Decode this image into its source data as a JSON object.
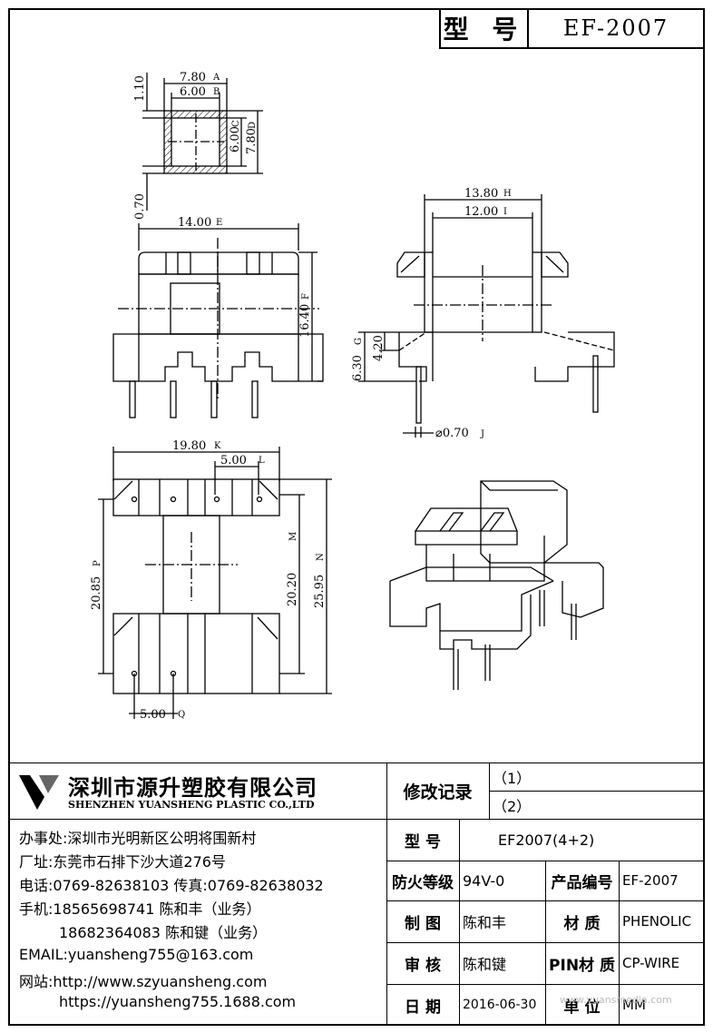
{
  "header": {
    "model_label": "型 号",
    "model_value": "EF-2007"
  },
  "dimensions": {
    "d_7_80_a": "7.80",
    "tag_a": "A",
    "d_6_00_b": "6.00",
    "tag_b": "B",
    "d_1_10": "1.10",
    "d_6_00_c": "6.00",
    "tag_c": "C",
    "d_7_80_d": "7.80",
    "tag_d": "D",
    "d_0_70": "0.70",
    "d_14_00": "14.00",
    "tag_e": "E",
    "d_16_40": "16.40",
    "tag_f": "F",
    "d_13_80": "13.80",
    "tag_h": "H",
    "d_12_00": "12.00",
    "tag_i": "I",
    "d_6_30": "6.30",
    "tag_g": "G",
    "d_4_20": "4.20",
    "d_phi_0_70": "⌀0.70",
    "tag_j": "J",
    "d_19_80": "19.80",
    "tag_k": "K",
    "d_5_00_l": "5.00",
    "tag_l": "L",
    "d_20_20": "20.20",
    "tag_m": "M",
    "d_25_95": "25.95",
    "tag_n": "N",
    "d_20_85": "20.85",
    "tag_p": "P",
    "d_5_00_q": "5.00",
    "tag_q": "Q"
  },
  "company": {
    "name_cn": "深圳市源升塑胶有限公司",
    "name_en": "SHENZHEN YUANSHENG PLASTIC CO.,LTD",
    "office": "办事处:深圳市光明新区公明将围新村",
    "factory": "厂址:东莞市石排下沙大道276号",
    "phone": "电话:0769-82638103 传真:0769-82638032",
    "mobile1": "手机:18565698741 陈和丰（业务）",
    "mobile2": "18682364083 陈和键（业务）",
    "email": "EMAIL:yuansheng755@163.com",
    "website_label": "网站:http://www.szyuansheng.com",
    "website2": "https://yuansheng755.1688.com"
  },
  "table": {
    "revision_label": "修改记录",
    "rev1": "（1）",
    "rev2": "（2）",
    "model_label": "型 号",
    "model_value": "EF2007(4+2)",
    "fire_label": "防火等级",
    "fire_value": "94V-0",
    "product_no_label": "产品编号",
    "product_no_value": "EF-2007",
    "drawn_label": "制 图",
    "drawn_value": "陈和丰",
    "material_label": "材 质",
    "material_value": "PHENOLIC",
    "check_label": "审 核",
    "check_value": "陈和键",
    "pin_label": "PIN材 质",
    "pin_value": "CP-WIRE",
    "date_label": "日 期",
    "date_value": "2016-06-30",
    "unit_label": "单 位",
    "unit_value": "MM"
  },
  "watermark": "www.yuansmedia.com"
}
